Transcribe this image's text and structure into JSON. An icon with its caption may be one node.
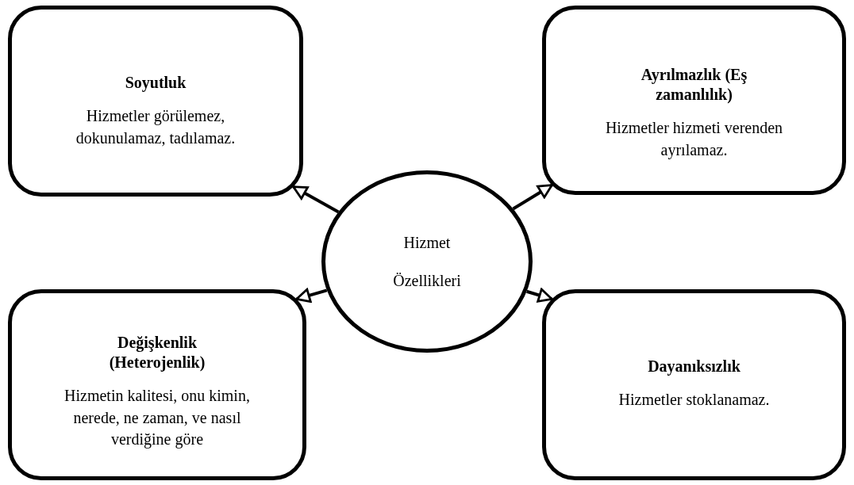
{
  "diagram": {
    "nodes": [
      {
        "text": [
          "Soyutluk",
          "Hizmetler görülemez, dokunulamaz, tadılamaz."
        ]
      },
      {
        "text": [
          "Ayrılmazlık (Eş zamanlılık)",
          "Hizmetler hizmeti verenden ayrılamaz."
        ]
      },
      {
        "text": [
          "Hizmet Özellikleri"
        ]
      },
      {
        "text": [
          "Değişkenlik (Heterojenlik)",
          "Hizmetin kalitesi, onu kimin, nerede, ne zaman, ve nasıl verdiğine göre"
        ]
      },
      {
        "text": [
          "Dayanıksızlık",
          "Hizmetler stoklanamaz."
        ]
      }
    ],
    "edges": [
      {
        "from": 2,
        "to": 0,
        "arrow": "to"
      },
      {
        "from": 2,
        "to": 1,
        "arrow": "to"
      },
      {
        "from": 2,
        "to": 3,
        "arrow": "to"
      },
      {
        "from": 2,
        "to": 4,
        "arrow": "to"
      }
    ]
  }
}
